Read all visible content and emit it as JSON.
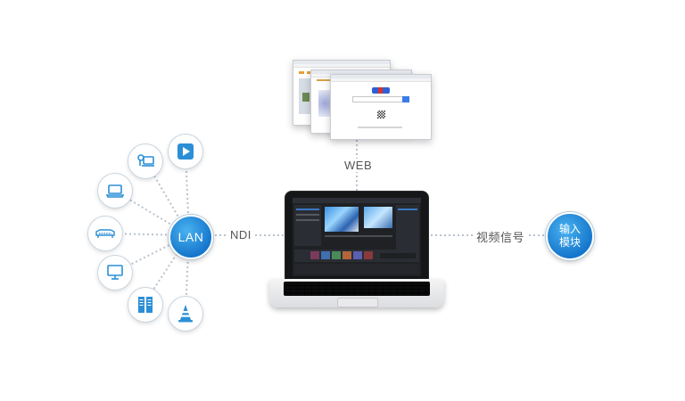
{
  "hub": {
    "label": "LAN"
  },
  "connections": {
    "ndi": "NDI",
    "web": "WEB",
    "video": "视频信号"
  },
  "input_module": {
    "line1": "输入",
    "line2": "模块"
  },
  "devices": [
    {
      "icon": "play-icon"
    },
    {
      "icon": "camera-laptop-icon"
    },
    {
      "icon": "laptop-icon"
    },
    {
      "icon": "network-switch-icon"
    },
    {
      "icon": "desktop-computer-icon"
    },
    {
      "icon": "server-icon"
    },
    {
      "icon": "vlc-cone-icon"
    }
  ],
  "colors": {
    "accent_blue": "#1a86d6",
    "icon_blue": "#2b8fd6",
    "line_gray": "#b9c2cb"
  }
}
